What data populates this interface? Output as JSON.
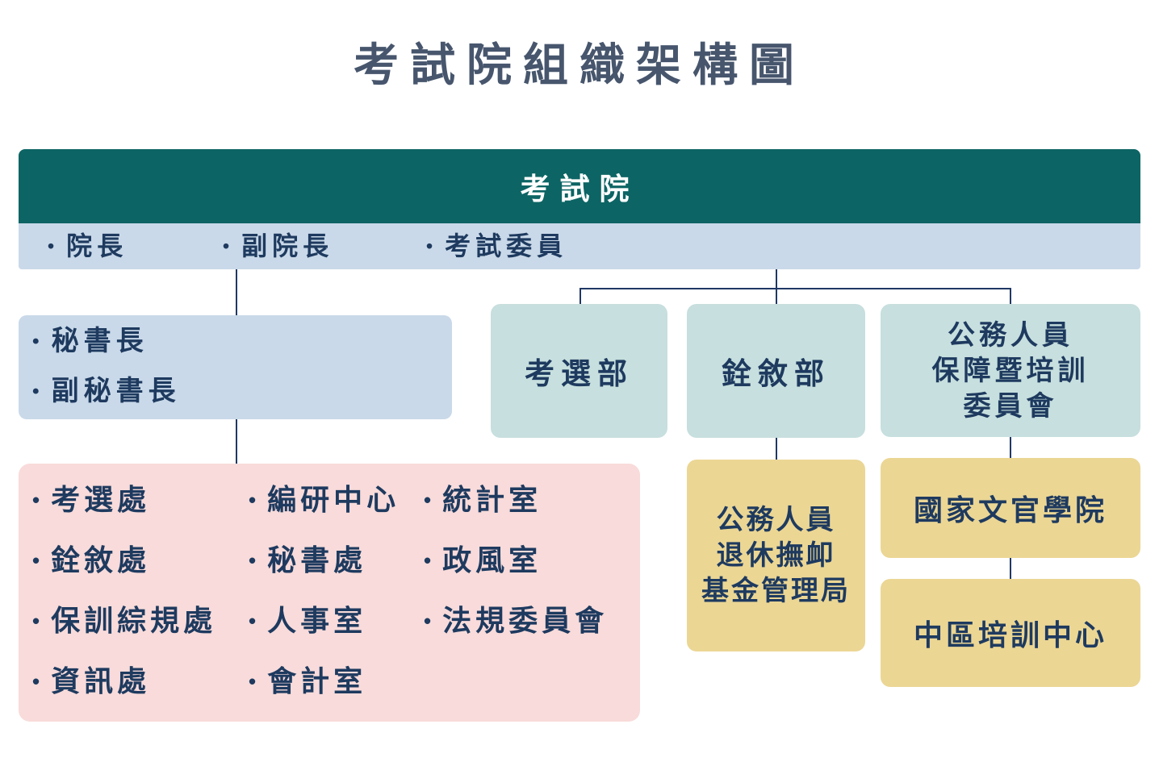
{
  "title": "考試院組織架構圖",
  "org": {
    "root": {
      "label": "考試院"
    },
    "leadership": {
      "items": [
        {
          "label": "院長"
        },
        {
          "label": "副院長"
        },
        {
          "label": "考試委員"
        }
      ]
    },
    "secretariat": {
      "items": [
        {
          "label": "秘書長"
        },
        {
          "label": "副秘書長"
        }
      ]
    },
    "internal_units": {
      "columns": [
        {
          "items": [
            {
              "label": "考選處"
            },
            {
              "label": "銓敘處"
            },
            {
              "label": "保訓綜規處"
            },
            {
              "label": "資訊處"
            }
          ]
        },
        {
          "items": [
            {
              "label": "編研中心"
            },
            {
              "label": "秘書處"
            },
            {
              "label": "人事室"
            },
            {
              "label": "會計室"
            }
          ]
        },
        {
          "items": [
            {
              "label": "統計室"
            },
            {
              "label": "政風室"
            },
            {
              "label": "法規委員會"
            }
          ]
        }
      ]
    },
    "ministries": [
      {
        "label": "考選部"
      },
      {
        "label": "銓敘部"
      },
      {
        "label": "公務人員\n保障暨培訓\n委員會"
      }
    ],
    "subordinates": [
      {
        "label": "公務人員\n退休撫卹\n基金管理局",
        "parent": "銓敘部"
      },
      {
        "label": "國家文官學院",
        "parent": "公務人員保障暨培訓委員會"
      },
      {
        "label": "中區培訓中心",
        "parent": "國家文官學院"
      }
    ]
  },
  "colors": {
    "root_bar_bg": "#0D6464",
    "root_bar_text": "#FFFFFF",
    "leadership_bg": "#C9D9E9",
    "secretariat_bg": "#C9D9E9",
    "internal_units_bg": "#F8DBDA",
    "ministry_bg": "#C7DFDE",
    "subordinate_bg": "#EBD694",
    "text_navy": "#1E3A5F",
    "title_color": "#47566D",
    "connector_line": "#1F3864"
  }
}
